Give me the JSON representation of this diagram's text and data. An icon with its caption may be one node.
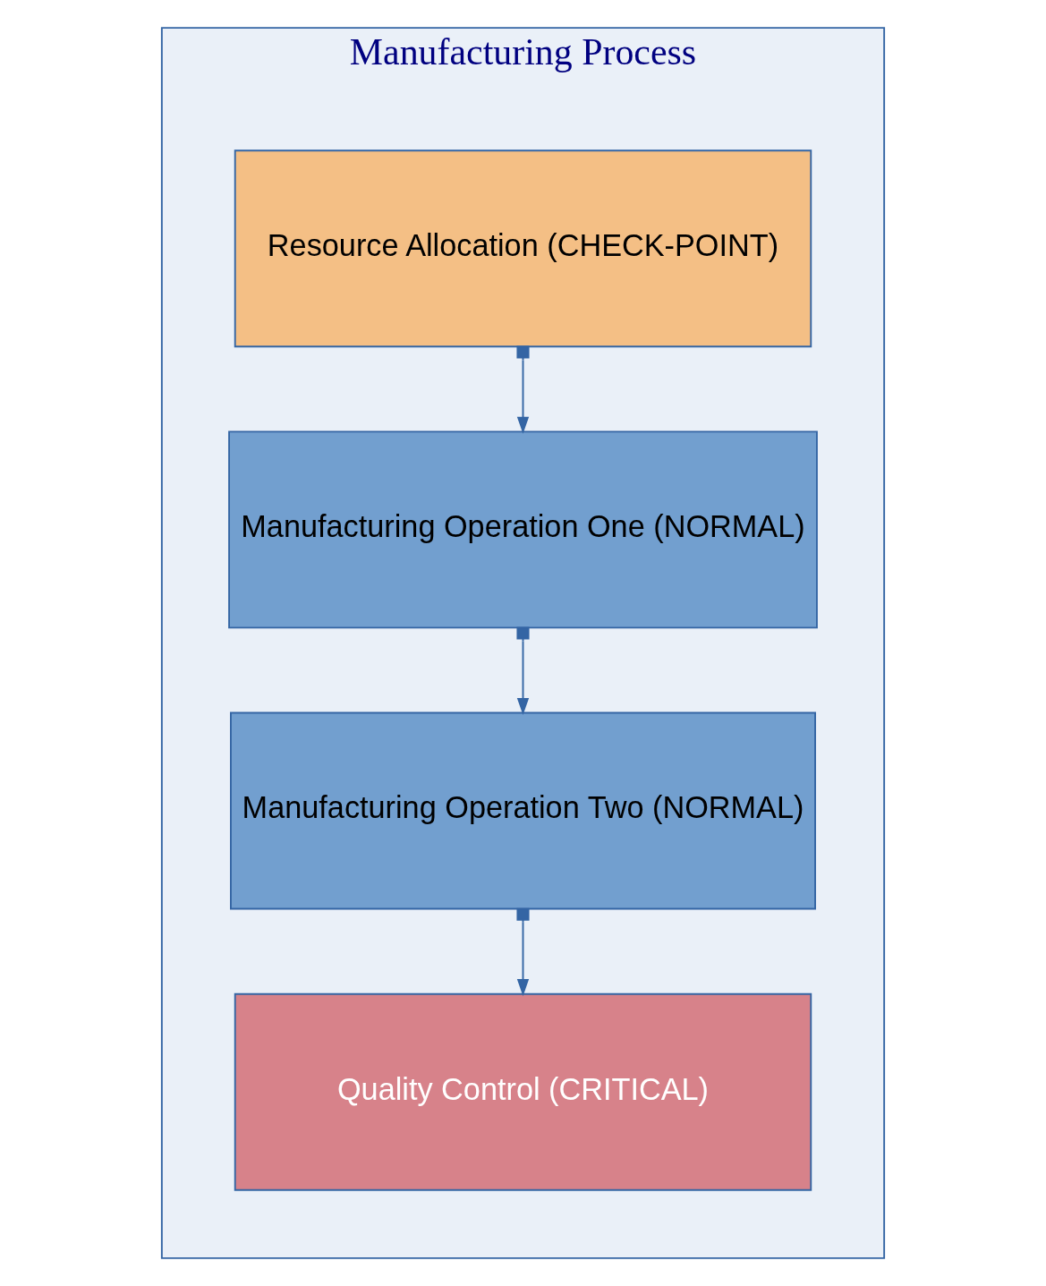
{
  "diagram": {
    "nodes": [
      {
        "text": [
          "Manufacturing Process"
        ]
      },
      {
        "text": [
          "Resource Allocation (CHECK-POINT)"
        ],
        "in": 0
      },
      {
        "text": [
          "Manufacturing Operation One (NORMAL)"
        ],
        "in": 0
      },
      {
        "text": [
          "Manufacturing Operation Two (NORMAL)"
        ],
        "in": 0
      },
      {
        "text": [
          "Quality Control (CRITICAL)"
        ],
        "in": 0
      }
    ],
    "edges": [
      {
        "from": 1,
        "to": 2,
        "arrow": "to"
      },
      {
        "from": 2,
        "to": 3,
        "arrow": "to"
      },
      {
        "from": 3,
        "to": 4,
        "arrow": "to"
      }
    ]
  }
}
